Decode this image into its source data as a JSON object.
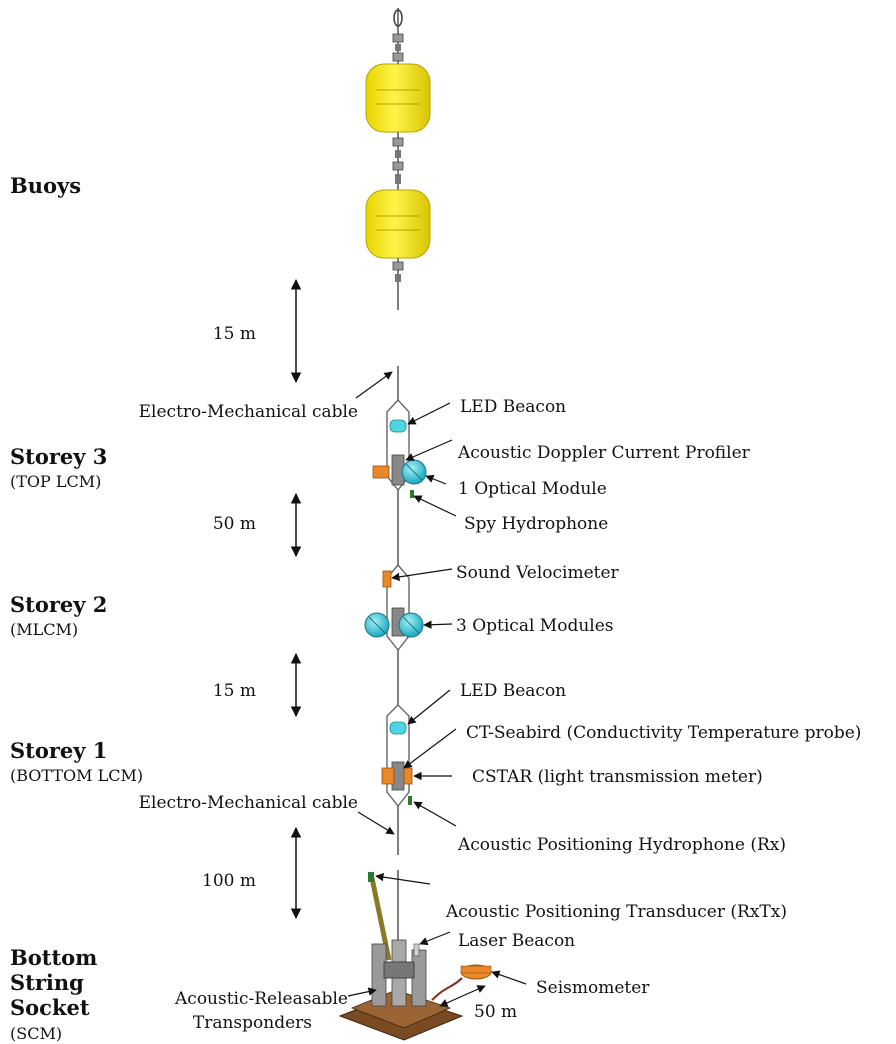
{
  "sections": {
    "buoys": "Buoys",
    "storey3": "Storey 3",
    "storey3_sub": "(TOP LCM)",
    "storey2": "Storey 2",
    "storey2_sub": "(MLCM)",
    "storey1": "Storey 1",
    "storey1_sub": "(BOTTOM LCM)",
    "socket_line1": "Bottom",
    "socket_line2": "String",
    "socket_line3": "Socket",
    "socket_sub": "(SCM)"
  },
  "distances": {
    "d1": "15 m",
    "d2": "50 m",
    "d3": "15 m",
    "d4": "100 m",
    "d5": "50 m"
  },
  "components": {
    "em_cable_top": "Electro-Mechanical cable",
    "led_beacon_top": "LED Beacon",
    "adcp": "Acoustic Doppler Current Profiler",
    "om1": "1 Optical Module",
    "spy_hydrophone": "Spy Hydrophone",
    "sound_velocimeter": "Sound Velocimeter",
    "om3": "3 Optical Modules",
    "led_beacon_bottom": "LED Beacon",
    "ct_seabird": "CT-Seabird (Conductivity Temperature probe)",
    "cstar": "CSTAR (light transmission meter)",
    "em_cable_bottom": "Electro-Mechanical cable",
    "ap_hydrophone": "Acoustic Positioning Hydrophone (Rx)",
    "ap_transducer": "Acoustic Positioning Transducer (RxTx)",
    "laser_beacon": "Laser Beacon",
    "seismometer": "Seismometer",
    "transponders_line1": "Acoustic-Releasable",
    "transponders_line2": "Transponders"
  },
  "colors": {
    "buoy": "#f5e61c",
    "optical_module": "#35c8d8",
    "instrument_orange": "#e8882a",
    "base": "#7a4a22",
    "cable": "#555555"
  }
}
